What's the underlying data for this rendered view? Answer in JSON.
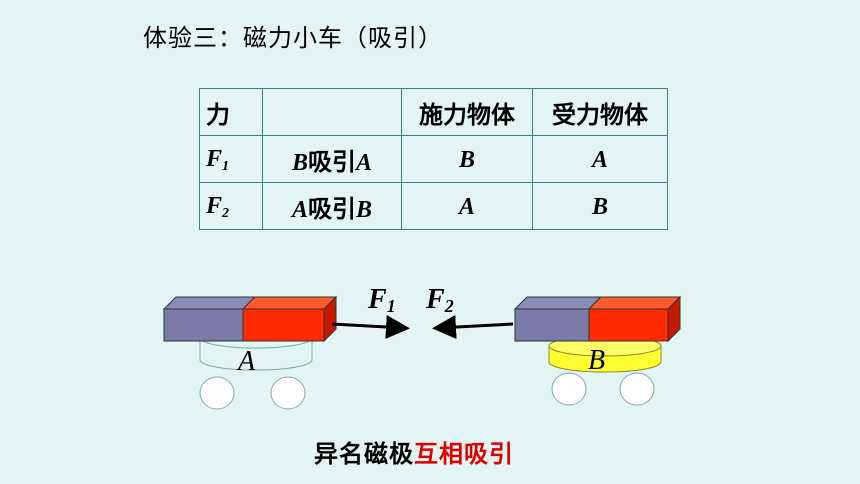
{
  "title": "体验三：磁力小车（吸引）",
  "table": {
    "headers": [
      "力",
      "",
      "施力物体",
      "受力物体"
    ],
    "rows": [
      {
        "force_letter": "F",
        "force_sub": "1",
        "desc_a": "B",
        "desc_b": "吸引",
        "desc_c": "A",
        "applier": "B",
        "receiver": "A"
      },
      {
        "force_letter": "F",
        "force_sub": "2",
        "desc_a": "A",
        "desc_b": "吸引",
        "desc_c": "B",
        "applier": "A",
        "receiver": "B"
      }
    ]
  },
  "diagram": {
    "car_a_label": "A",
    "car_b_label": "B",
    "force1_letter": "F",
    "force1_sub": "1",
    "force2_letter": "F",
    "force2_sub": "2",
    "colors": {
      "magnet_purple": "#7b7aa8",
      "magnet_red": "#ff2a00",
      "car_b_fill": "#ffff33"
    }
  },
  "caption": {
    "black": "异名磁极",
    "red": "互相吸引"
  }
}
